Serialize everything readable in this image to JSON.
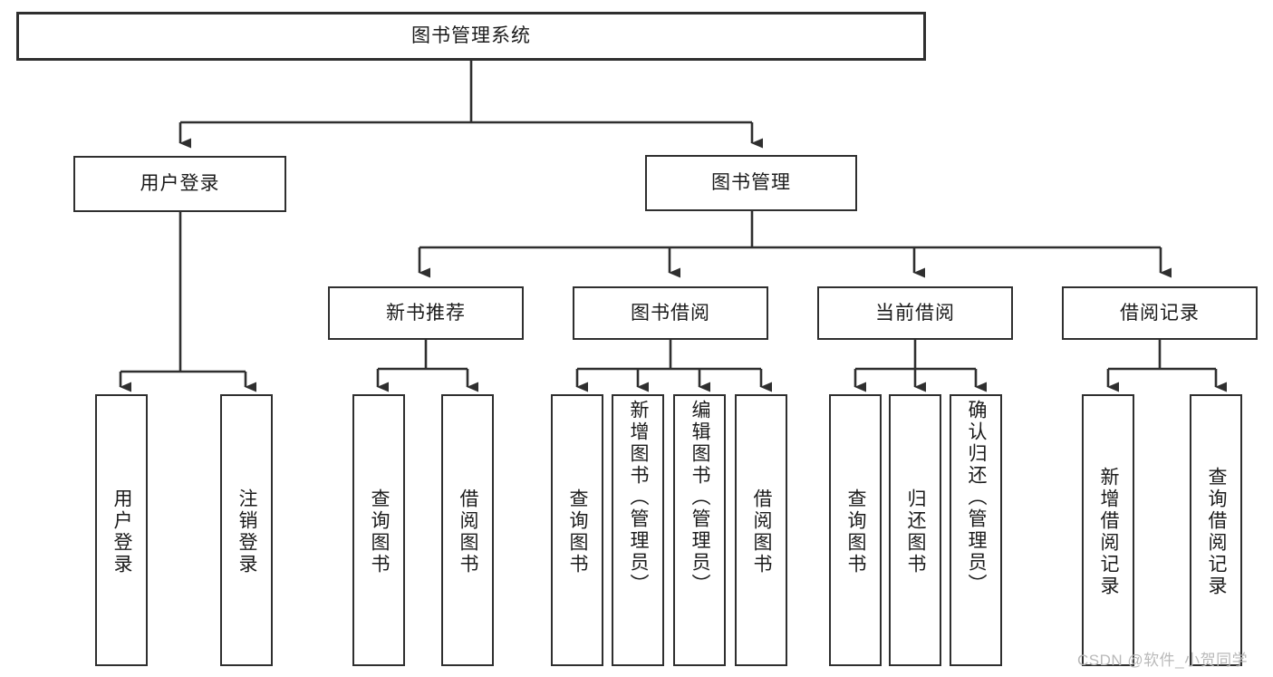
{
  "diagram": {
    "title": "图书管理系统",
    "type": "tree-hierarchy-chart",
    "watermark": "CSDN @软件_小贺同学",
    "colors": {
      "background": "#ffffff",
      "box_border": "#2f2f2f",
      "box_fill": "#ffffff",
      "text": "#1b1b1b",
      "connector": "#2f2f2f",
      "watermark": "#b9b9b9"
    },
    "levels": {
      "root": {
        "label": "图书管理系统"
      },
      "level2": [
        {
          "id": "user-login",
          "label": "用户登录"
        },
        {
          "id": "book-manage",
          "label": "图书管理"
        }
      ],
      "level3": [
        {
          "id": "new-book-recommend",
          "label": "新书推荐"
        },
        {
          "id": "book-borrow",
          "label": "图书借阅"
        },
        {
          "id": "current-borrow",
          "label": "当前借阅"
        },
        {
          "id": "borrow-record",
          "label": "借阅记录"
        }
      ],
      "leaves": [
        {
          "id": "leaf-user-login",
          "label": "用户登录",
          "parent": "user-login"
        },
        {
          "id": "leaf-user-logout",
          "label": "注销登录",
          "parent": "user-login"
        },
        {
          "id": "leaf-query-book-1",
          "label": "查询图书",
          "parent": "new-book-recommend"
        },
        {
          "id": "leaf-borrow-book-1",
          "label": "借阅图书",
          "parent": "new-book-recommend"
        },
        {
          "id": "leaf-query-book-2",
          "label": "查询图书",
          "parent": "book-borrow"
        },
        {
          "id": "leaf-add-book",
          "label": "新增图书（管理员）",
          "parent": "book-borrow"
        },
        {
          "id": "leaf-edit-book",
          "label": "编辑图书（管理员）",
          "parent": "book-borrow"
        },
        {
          "id": "leaf-borrow-book-2",
          "label": "借阅图书",
          "parent": "book-borrow"
        },
        {
          "id": "leaf-query-book-3",
          "label": "查询图书",
          "parent": "current-borrow"
        },
        {
          "id": "leaf-return-book",
          "label": "归还图书",
          "parent": "current-borrow"
        },
        {
          "id": "leaf-confirm-return",
          "label": "确认归还（管理员）",
          "parent": "current-borrow"
        },
        {
          "id": "leaf-add-record",
          "label": "新增借阅记录",
          "parent": "borrow-record"
        },
        {
          "id": "leaf-query-record",
          "label": "查询借阅记录",
          "parent": "borrow-record"
        }
      ]
    }
  }
}
